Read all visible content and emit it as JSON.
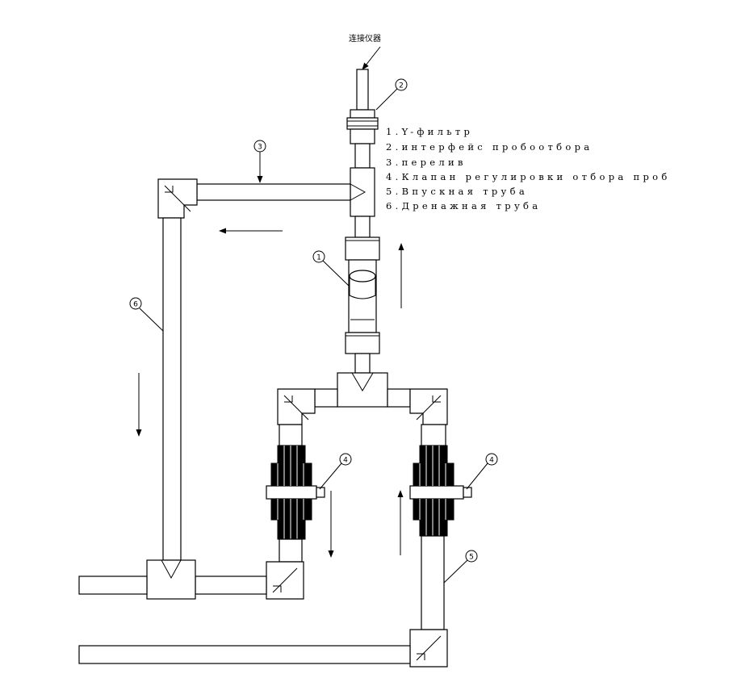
{
  "top_label": "连接仪器",
  "callouts": {
    "c1": "1",
    "c2": "2",
    "c3": "3",
    "c4a": "4",
    "c4b": "4",
    "c5": "5",
    "c6": "6"
  },
  "legend": [
    "1.Y-фильтр",
    "2.интерфейс пробоотбора",
    "3.перелив",
    "4.Клапан регулировки отбора проб",
    "5.Впускная труба",
    "6.Дренажная труба"
  ]
}
